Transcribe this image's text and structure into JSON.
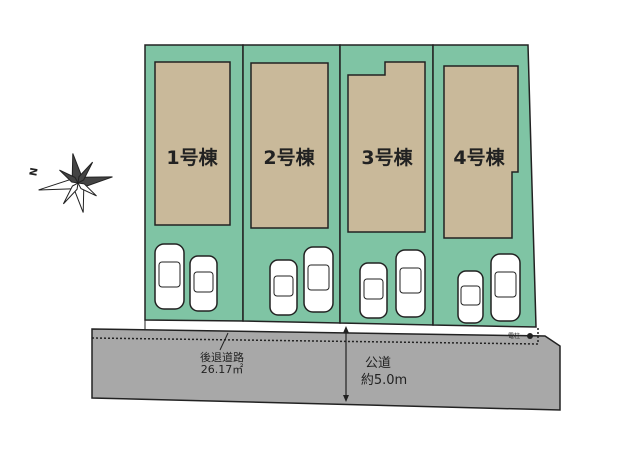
{
  "colors": {
    "lot": "#7fc4a4",
    "building": "#c9b99a",
    "road": "#a8a8a8",
    "outline": "#222222"
  },
  "compass": {
    "icon": "compass-rose-icon",
    "north_label": "N"
  },
  "lots": [
    {
      "label": "1号棟"
    },
    {
      "label": "2号棟"
    },
    {
      "label": "3号棟"
    },
    {
      "label": "4号棟"
    }
  ],
  "road": {
    "setback_label": "後退道路",
    "setback_area": "26.17㎡",
    "public_road_label": "公道",
    "public_road_width": "約5.0m",
    "pole_label": "電柱"
  }
}
